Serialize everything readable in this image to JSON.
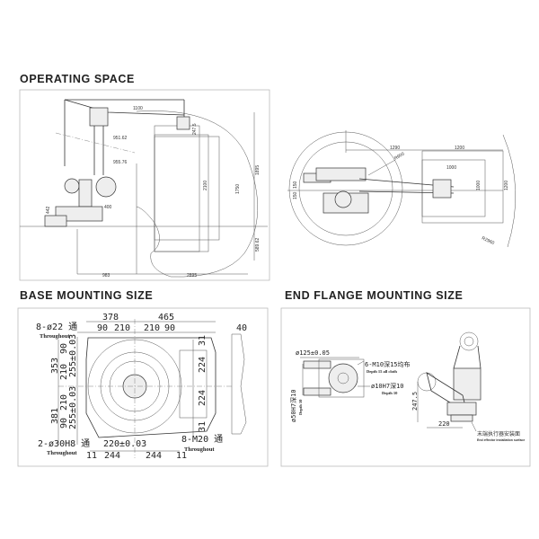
{
  "sections": {
    "operating_space": "OPERATING SPACE",
    "base_mounting": "BASE MOUNTING SIZE",
    "end_flange": "END FLANGE MOUNTING SIZE"
  },
  "operating_space": {
    "side_view_dims": [
      "1100",
      "951.62",
      "955.76",
      "2100",
      "1750",
      "1895",
      "442",
      "400",
      "983",
      "2895",
      "589.62",
      "247.5"
    ],
    "top_view_dims": [
      "1290",
      "1200",
      "1000",
      "1000",
      "1200",
      "R900",
      "R2960",
      "150",
      "150"
    ]
  },
  "base_mounting": {
    "top_dims": [
      "378",
      "465",
      "90",
      "210",
      "210",
      "90"
    ],
    "side_width": "40",
    "right_dims": [
      "31",
      "224",
      "224",
      "31"
    ],
    "left_dims": [
      "353",
      "381",
      "90",
      "210",
      "210",
      "90",
      "255±0.03",
      "255±0.03"
    ],
    "bottom_dims": [
      "11",
      "244",
      "244",
      "11"
    ],
    "center_dim": "220±0.03",
    "callouts": {
      "holes_22": "8-ø22 通",
      "holes_22_note": "Throughout",
      "holes_30": "2-ø30H8 通",
      "holes_30_note": "Throughout",
      "holes_m20": "8-M20 通",
      "holes_m20_note": "Throughout"
    }
  },
  "end_flange": {
    "diameter": "ø125±0.05",
    "m10": "6-M10深15均布",
    "m10_note": "Depth 15 all cloth",
    "pin10": "ø10H7深10",
    "pin10_note": "Depth 10",
    "pin50": "ø50H7深10",
    "pin50_note": "Depth 10",
    "height": "247.5",
    "offset": "220",
    "surface_cn": "末端执行器安装面",
    "surface_en": "End effector installation surface"
  }
}
